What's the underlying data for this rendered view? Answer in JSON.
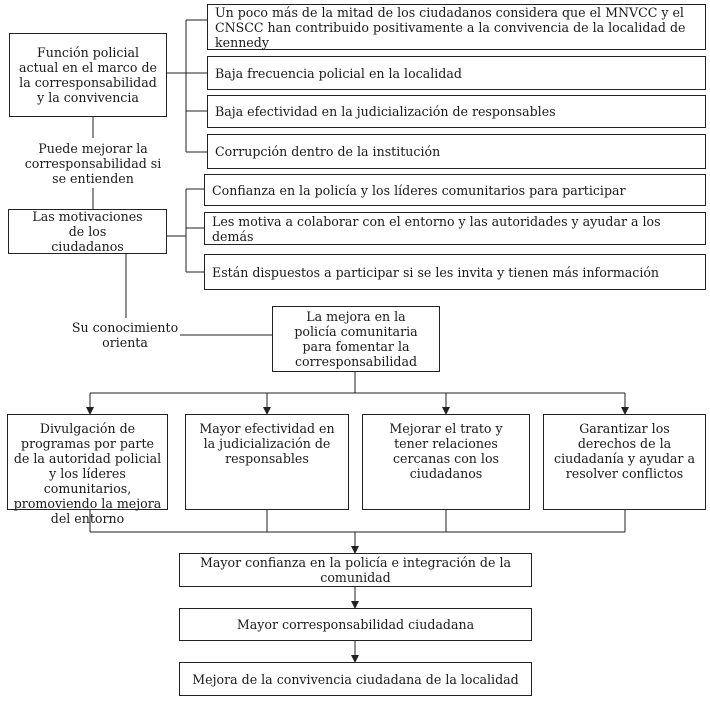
{
  "boxes": {
    "funcion_policial": "Función policial actual en el marco de la corresponsabilidad y la convivencia",
    "motivaciones": "Las motivaciones de los ciudadanos",
    "mejora_policia": "La mejora en la policía comunitaria para fomentar la corresponsabilidad",
    "mayor_confianza": "Mayor confianza en la policía e integración de la comunidad",
    "mayor_corresponsabilidad": "Mayor corresponsabilidad ciudadana",
    "mejora_convivencia": "Mejora de la convivencia ciudadana de la localidad"
  },
  "findings": [
    "Un poco más de la mitad de los ciudadanos considera que el MNVCC y el CNSCC han contribuido positivamente a la convivencia de la localidad de kennedy",
    "Baja frecuencia policial en la localidad",
    "Baja efectividad en la judicialización de responsables",
    "Corrupción dentro de la institución"
  ],
  "motivations": [
    "Confianza en la policía y los líderes comunitarios para participar",
    "Les motiva a colaborar con el entorno y las autoridades y ayudar a los demás",
    "Están dispuestos a participar si se les invita y tienen más información"
  ],
  "connectors": {
    "puede_mejorar": "Puede mejorar la corresponsabilidad si se entienden",
    "su_conocimiento": "Su conocimiento orienta"
  },
  "proposals": [
    "Divulgación de programas por parte de la autoridad policial y los líderes comunitarios, promoviendo la mejora del entorno",
    "Mayor efectividad en la judicialización de responsables",
    "Mejorar el trato y tener relaciones cercanas con los ciudadanos",
    "Garantizar los derechos de la ciudadanía y ayudar a resolver conflictos"
  ]
}
